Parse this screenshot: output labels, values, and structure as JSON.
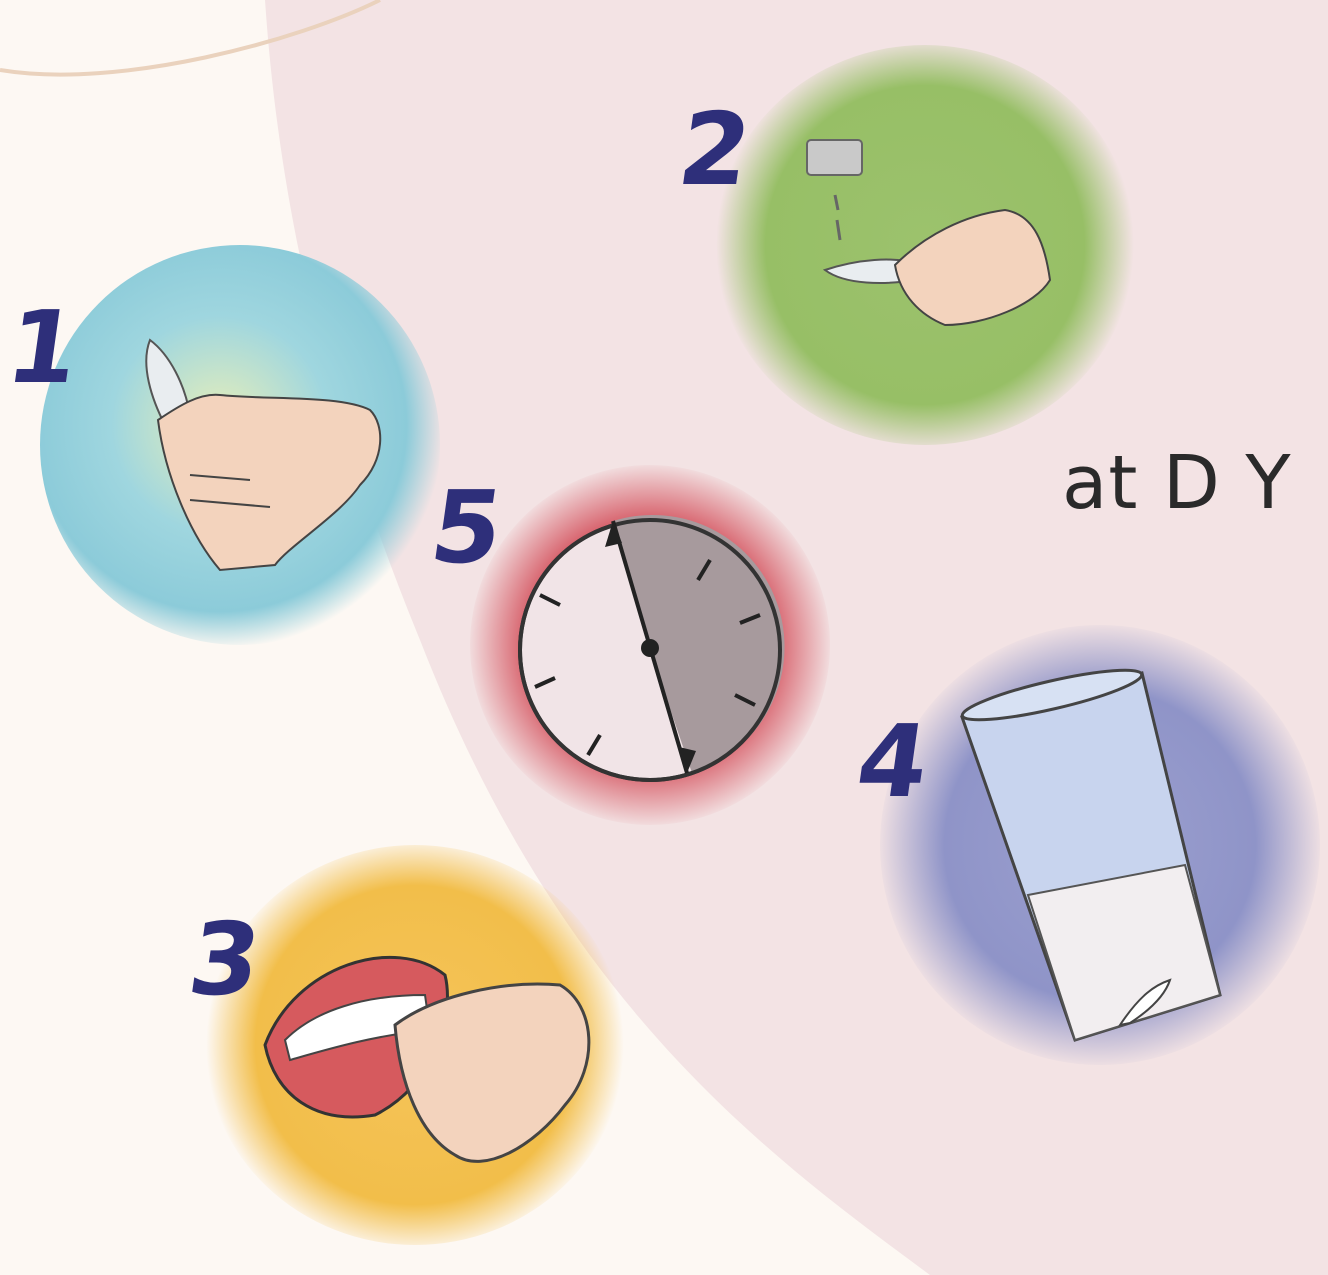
{
  "caption": "at D Y",
  "steps": [
    {
      "number": "1",
      "illustration": "hand-holding-tooth",
      "color": "#7fc6d6"
    },
    {
      "number": "2",
      "illustration": "dripping-on-tooth",
      "color": "#9cc06a"
    },
    {
      "number": "3",
      "illustration": "reinserting-tooth",
      "color": "#f2be4a"
    },
    {
      "number": "4",
      "illustration": "tooth-in-glass",
      "color": "#8f94c8"
    },
    {
      "number": "5",
      "illustration": "clock-30-minutes",
      "color": "#d8656f"
    }
  ]
}
